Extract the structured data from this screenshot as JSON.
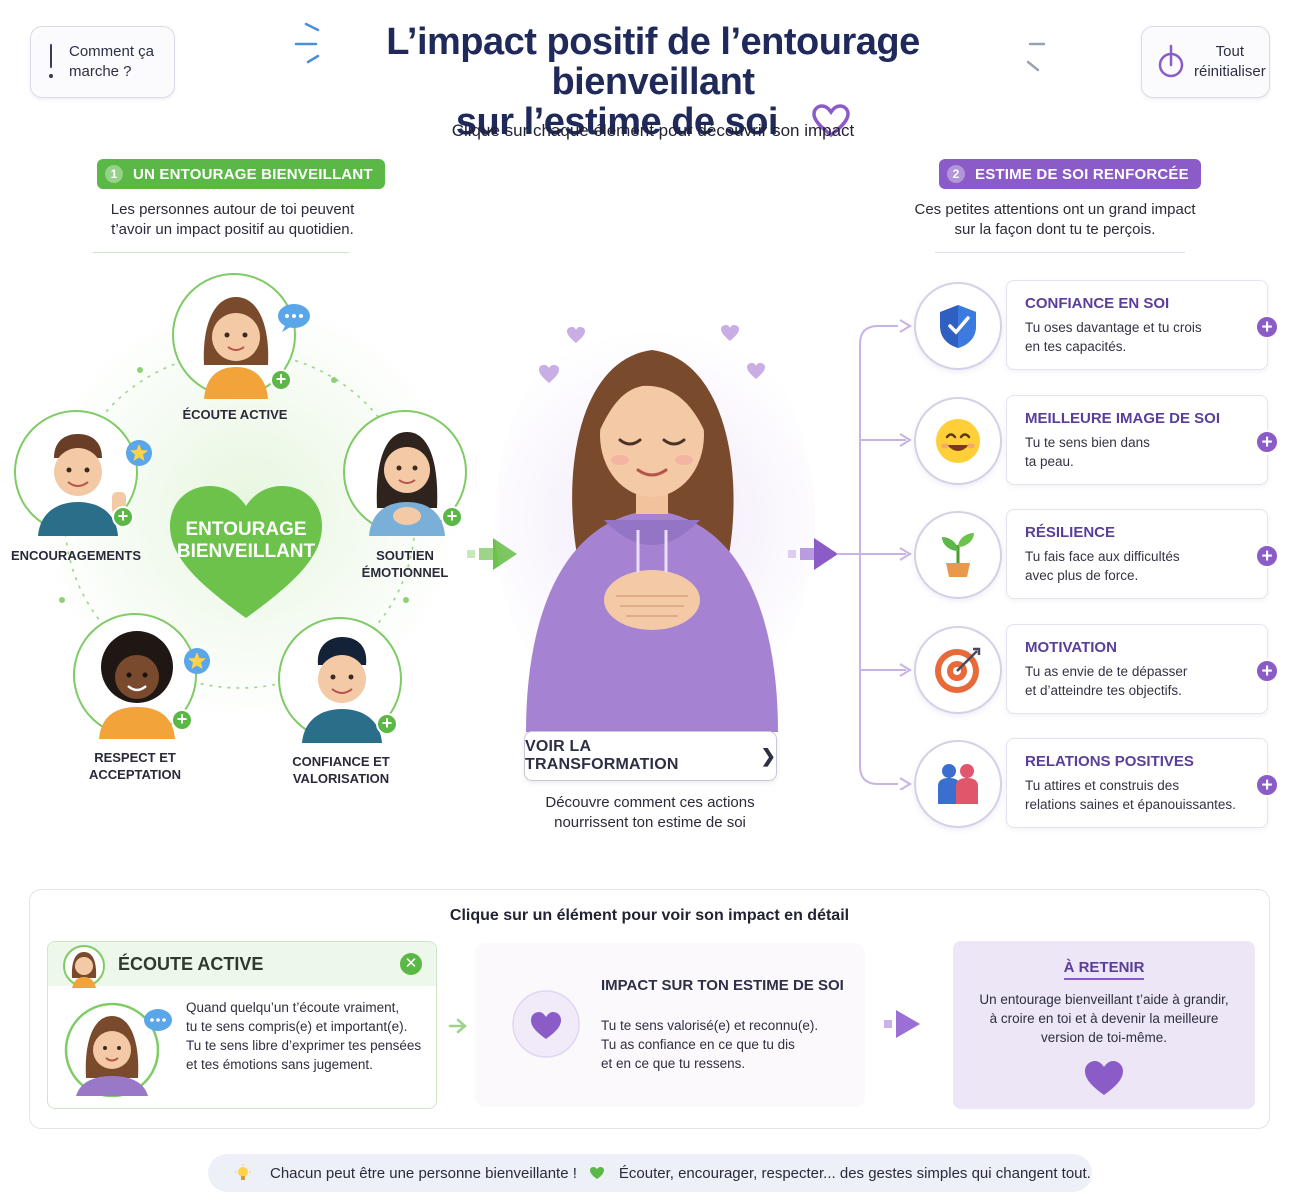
{
  "header": {
    "help_button": {
      "label_line1": "Comment ça",
      "label_line2": "marche ?"
    },
    "title_line1": "L’impact positif de l’entourage bienveillant",
    "title_line2": "sur l’estime de soi",
    "reset_button": {
      "label_line1": "Tout",
      "label_line2": "réinitialiser"
    },
    "subtitle": "Clique sur chaque élément pour découvrir son impact"
  },
  "left_section": {
    "number": "1",
    "title": "UN ENTOURAGE BIENVEILLANT",
    "desc_line1": "Les personnes autour de toi peuvent",
    "desc_line2": "t’avoir un impact positif au quotidien.",
    "heart_label_line1": "ENTOURAGE",
    "heart_label_line2": "BIENVEILLANT",
    "people": [
      {
        "label": "ÉCOUTE ACTIVE"
      },
      {
        "label": "ENCOURAGEMENTS"
      },
      {
        "label_line1": "SOUTIEN",
        "label_line2": "ÉMOTIONNEL"
      },
      {
        "label": "RESPECT ET ACCEPTATION"
      },
      {
        "label_line1": "CONFIANCE ET",
        "label_line2": "VALORISATION"
      }
    ]
  },
  "center": {
    "button_label": "VOIR LA TRANSFORMATION",
    "desc_line1": "Découvre comment ces actions",
    "desc_line2": "nourrissent ton estime de soi"
  },
  "right_section": {
    "number": "2",
    "title": "ESTIME DE SOI RENFORCÉE",
    "desc_line1": "Ces petites attentions ont un grand impact",
    "desc_line2": "sur la façon dont tu te perçois.",
    "items": [
      {
        "title": "CONFIANCE EN SOI",
        "line1": "Tu oses davantage et tu crois",
        "line2": "en tes capacités.",
        "icon": "shield-icon"
      },
      {
        "title": "MEILLEURE IMAGE DE SOI",
        "line1": "Tu te sens bien dans",
        "line2": "ta peau.",
        "icon": "smiley-icon"
      },
      {
        "title": "RÉSILIENCE",
        "line1": "Tu fais face aux difficultés",
        "line2": "avec plus de force.",
        "icon": "sprout-icon"
      },
      {
        "title": "MOTIVATION",
        "line1": "Tu as envie de te dépasser",
        "line2": "et d’atteindre tes objectifs.",
        "icon": "target-icon"
      },
      {
        "title": "RELATIONS POSITIVES",
        "line1": "Tu attires et construis des",
        "line2": "relations saines et épanouissantes.",
        "icon": "people-icon"
      }
    ]
  },
  "detail": {
    "heading": "Clique sur un élément pour voir son impact en détail",
    "ecoute": {
      "title": "ÉCOUTE ACTIVE",
      "line1": "Quand quelqu’un t’écoute vraiment,",
      "line2": "tu te sens compris(e) et important(e).",
      "line3": "Tu te sens libre d’exprimer tes pensées",
      "line4": "et tes émotions sans jugement."
    },
    "impact": {
      "title": "IMPACT SUR TON ESTIME DE SOI",
      "line1": "Tu te sens valorisé(e) et reconnu(e).",
      "line2": "Tu as confiance en ce que tu dis",
      "line3": "et en ce que tu ressens."
    },
    "retain": {
      "title": "À RETENIR",
      "line1": "Un entourage bienveillant t’aide à grandir,",
      "line2": "à croire en toi et à devenir la meilleure",
      "line3": "version de toi-même."
    }
  },
  "footer": {
    "part1": "Chacun peut être une personne bienveillante !",
    "part2": "Écouter, encourager, respecter... des gestes simples qui changent tout."
  },
  "colors": {
    "green": "#5cb846",
    "purple": "#8b5cc8",
    "title_navy": "#1f2a5a"
  }
}
